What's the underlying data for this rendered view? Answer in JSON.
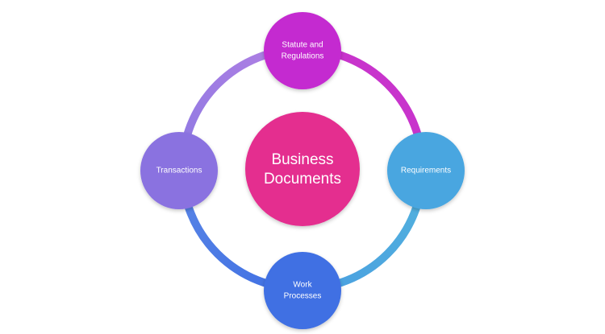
{
  "diagram": {
    "center": {
      "line1": "Business",
      "line2": "Documents",
      "color": "#e42f8f"
    },
    "nodes": {
      "top": {
        "line1": "Statute and",
        "line2": "Regulations",
        "color": "#c42ad0"
      },
      "right": {
        "line1": "Requirements",
        "color": "#4aa6e0"
      },
      "bottom": {
        "line1": "Work",
        "line2": "Processes",
        "color": "#3f6fe3"
      },
      "left": {
        "line1": "Transactions",
        "color": "#8a72e0"
      }
    },
    "ring_colors": {
      "top_right": "#c834cc",
      "right_bottom": "#50aede",
      "bottom_left": "#4a7fe4",
      "left_top": "#9f7ee4"
    }
  }
}
